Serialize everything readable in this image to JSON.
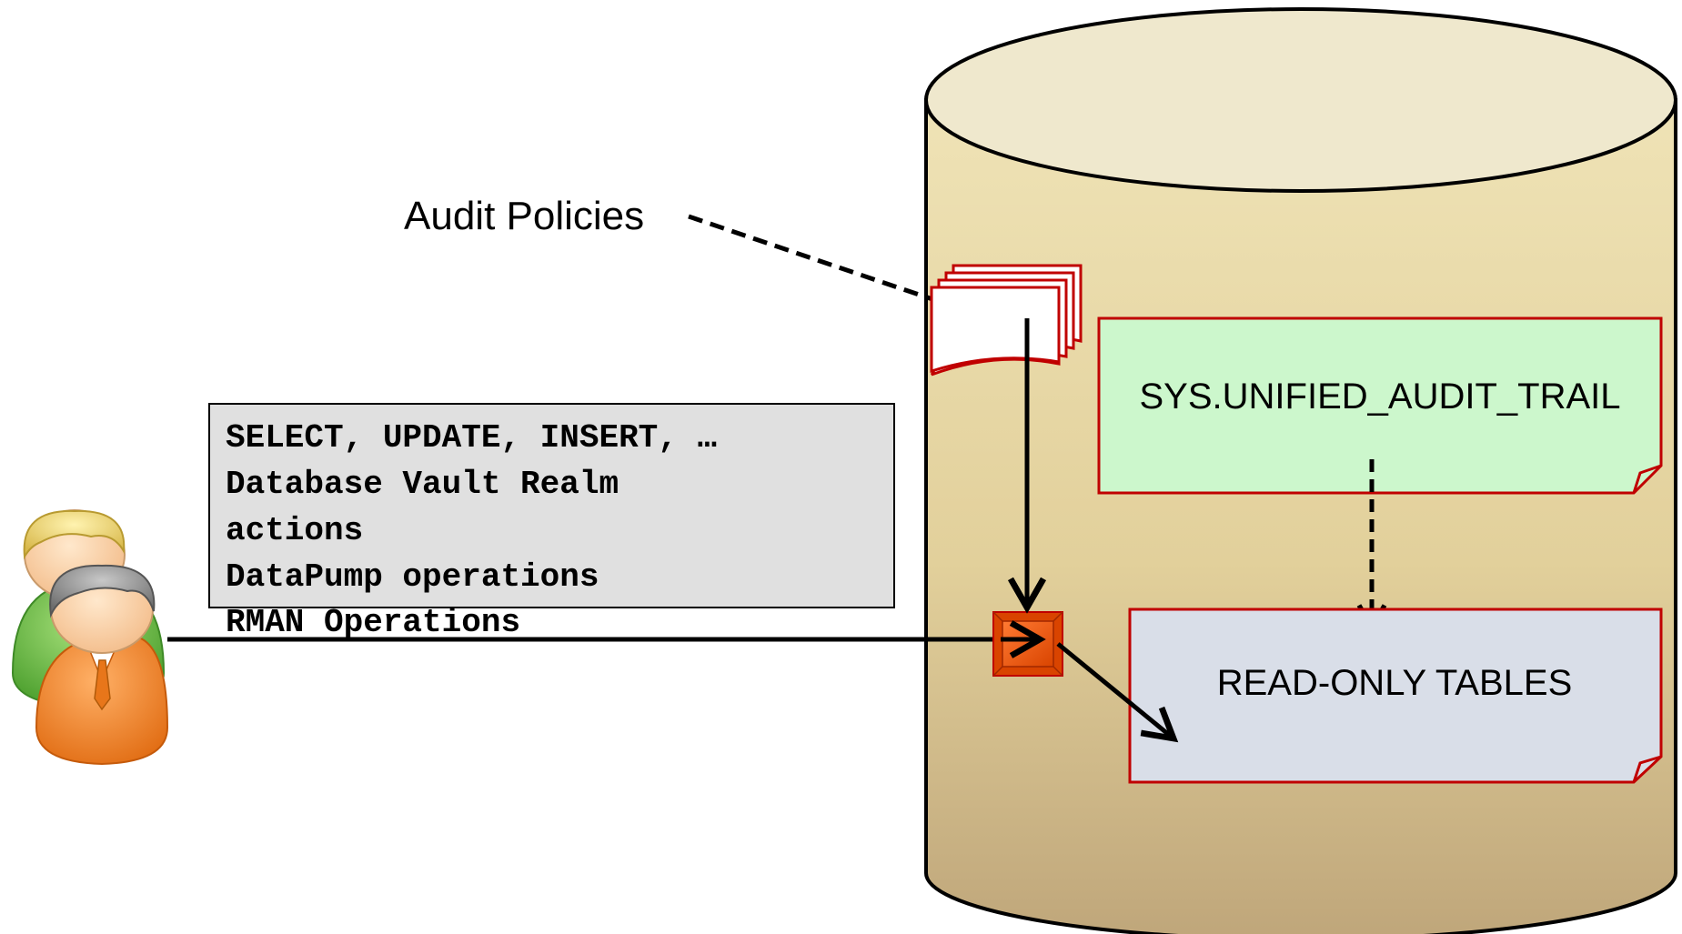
{
  "policies_label": "Audit Policies",
  "actions_box": {
    "lines": [
      "SELECT, UPDATE, INSERT, …",
      "Database Vault Realm",
      "actions",
      "DataPump operations",
      "RMAN Operations"
    ]
  },
  "unified_trail_label": "SYS.UNIFIED_AUDIT_TRAIL",
  "readonly_tables_label": "READ-ONLY TABLES",
  "colors": {
    "cylinder_top": "#EFE8CD",
    "cylinder_body_light": "#EBDDA8",
    "cylinder_body_dark": "#C7B07E",
    "trail_box_fill": "#CCF7CC",
    "tables_box_fill": "#D9DEE8",
    "doc_border": "#C00000",
    "actions_box_fill": "#E0E0E0",
    "audit_engine_fill": "#F05A10",
    "user_back": "#6CC04A",
    "user_front": "#F08020"
  },
  "icons": {
    "users": "users-icon",
    "policies": "policy-documents-icon",
    "engine": "audit-engine-icon",
    "database": "database-cylinder-icon"
  }
}
